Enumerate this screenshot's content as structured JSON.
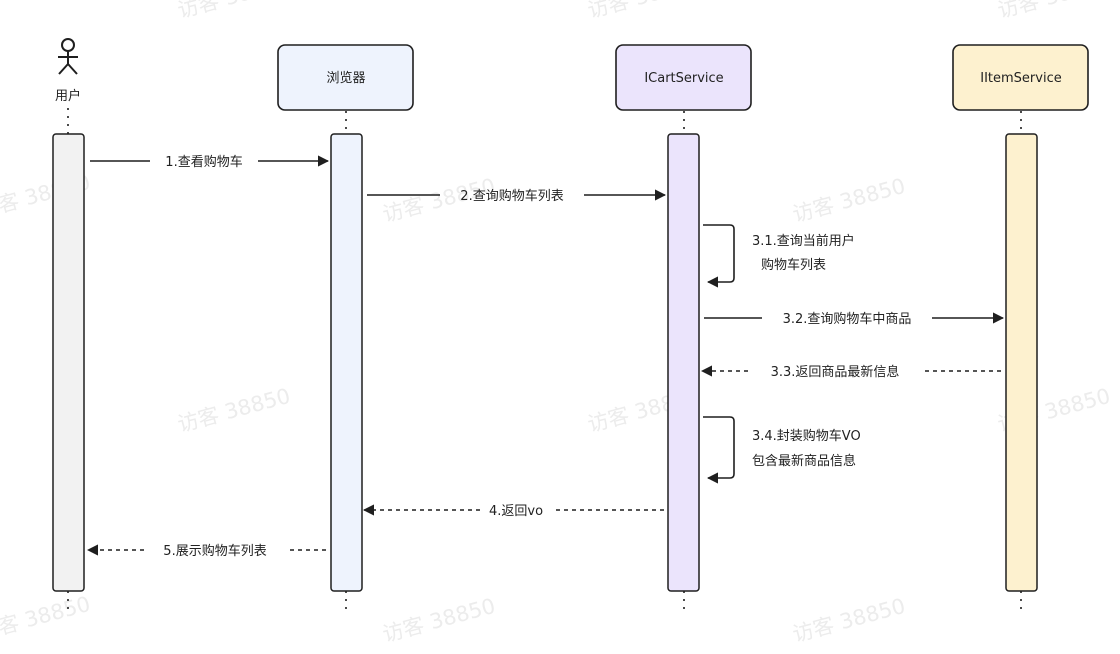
{
  "watermark": "访客 38850",
  "actor": {
    "label": "用户"
  },
  "participants": [
    {
      "label": "浏览器",
      "fill": "#eef3fd"
    },
    {
      "label": "ICartService",
      "fill": "#ebe4fc"
    },
    {
      "label": "IItemService",
      "fill": "#fdf1cf"
    }
  ],
  "messages": [
    {
      "label": "1.查看购物车",
      "kind": "sync"
    },
    {
      "label": "2.查询购物车列表",
      "kind": "sync"
    },
    {
      "label_lines": [
        "3.1.查询当前用户",
        "购物车列表"
      ],
      "kind": "self"
    },
    {
      "label": "3.2.查询购物车中商品",
      "kind": "sync"
    },
    {
      "label": "3.3.返回商品最新信息",
      "kind": "reply"
    },
    {
      "label_lines": [
        "3.4.封装购物车VO",
        "包含最新商品信息"
      ],
      "kind": "self"
    },
    {
      "label": "4.返回vo",
      "kind": "reply"
    },
    {
      "label": "5.展示购物车列表",
      "kind": "reply"
    }
  ],
  "colors": {
    "line": "#1f1f1f",
    "activation_user": "#f2f2f2",
    "activation_browser": "#eef3fd",
    "activation_cart": "#ebe4fc",
    "activation_item": "#fdf1cf"
  }
}
